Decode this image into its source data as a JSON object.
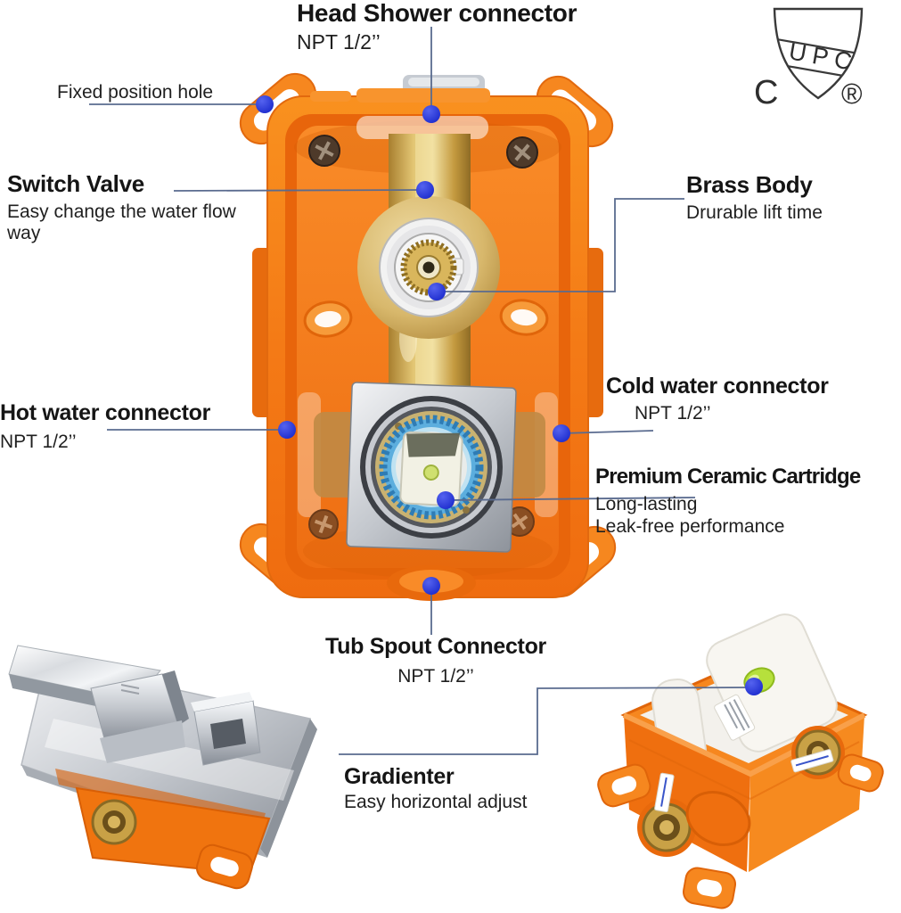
{
  "certification": {
    "band_text": "UPC",
    "left_mark": "C",
    "right_mark": "®"
  },
  "callouts": {
    "head_shower": {
      "title": "Head Shower connector",
      "spec": "NPT  1/2’’"
    },
    "fixed_hole": {
      "title": "Fixed position hole"
    },
    "switch_valve": {
      "title": "Switch Valve",
      "desc": "Easy change the water flow way"
    },
    "brass_body": {
      "title": "Brass Body",
      "desc": "Drurable lift time"
    },
    "hot_water": {
      "title": "Hot water connector",
      "spec": "NPT  1/2’’"
    },
    "cold_water": {
      "title": "Cold water connector",
      "spec": "NPT  1/2’’"
    },
    "ceramic_cartridge": {
      "title": "Premium Ceramic Cartridge",
      "desc_line1": "Long-lasting",
      "desc_line2": "Leak-free performance"
    },
    "tub_spout": {
      "title": "Tub Spout Connector",
      "spec": "NPT  1/2’’"
    },
    "gradienter": {
      "title": "Gradienter",
      "desc": "Easy horizontal adjust"
    }
  },
  "colors": {
    "box_orange": "#f57e1c",
    "deep_orange": "#e2690e",
    "brass": "#c9a54e",
    "callout_line": "#5a6b8f",
    "callout_dot": "#1e2fd4",
    "chrome": "#c9ccd1",
    "level_green": "#b6e03c"
  }
}
